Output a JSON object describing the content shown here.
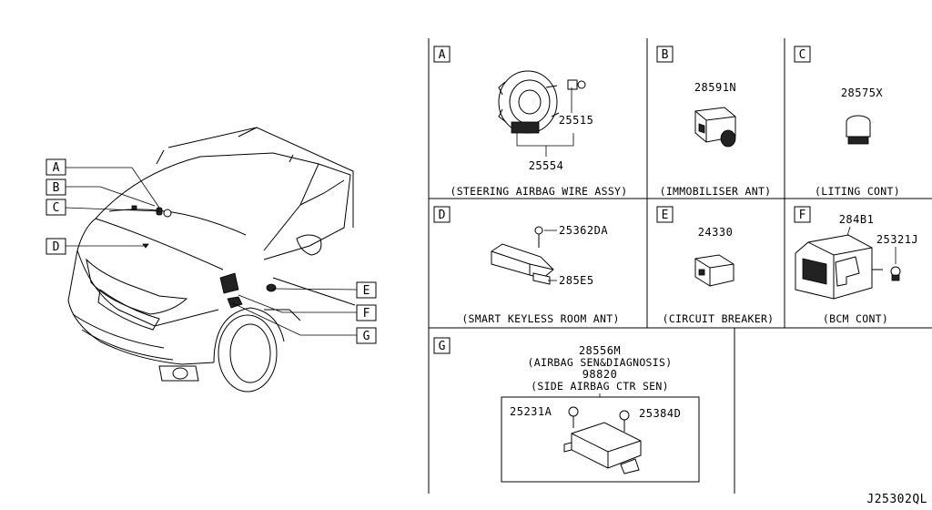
{
  "callouts": [
    "A",
    "B",
    "C",
    "D",
    "E",
    "F",
    "G"
  ],
  "panels": {
    "A": {
      "key": "A",
      "parts": [
        "25515",
        "25554"
      ],
      "caption": "(STEERING AIRBAG WIRE ASSY)"
    },
    "B": {
      "key": "B",
      "parts": [
        "28591N"
      ],
      "caption": "(IMMOBILISER ANT)"
    },
    "C": {
      "key": "C",
      "parts": [
        "28575X"
      ],
      "caption": "(LITING CONT)"
    },
    "D": {
      "key": "D",
      "parts": [
        "25362DA",
        "285E5"
      ],
      "caption": "(SMART KEYLESS ROOM ANT)"
    },
    "E": {
      "key": "E",
      "parts": [
        "24330"
      ],
      "caption": "(CIRCUIT BREAKER)"
    },
    "F": {
      "key": "F",
      "parts": [
        "284B1",
        "25321J"
      ],
      "caption": "(BCM CONT)"
    },
    "G": {
      "key": "G",
      "header": [
        "28556M",
        "(AIRBAG SEN&DIAGNOSIS)",
        "98820",
        "(SIDE AIRBAG CTR SEN)"
      ],
      "parts": [
        "25231A",
        "25384D"
      ]
    }
  },
  "diagram_id": "J25302QL"
}
